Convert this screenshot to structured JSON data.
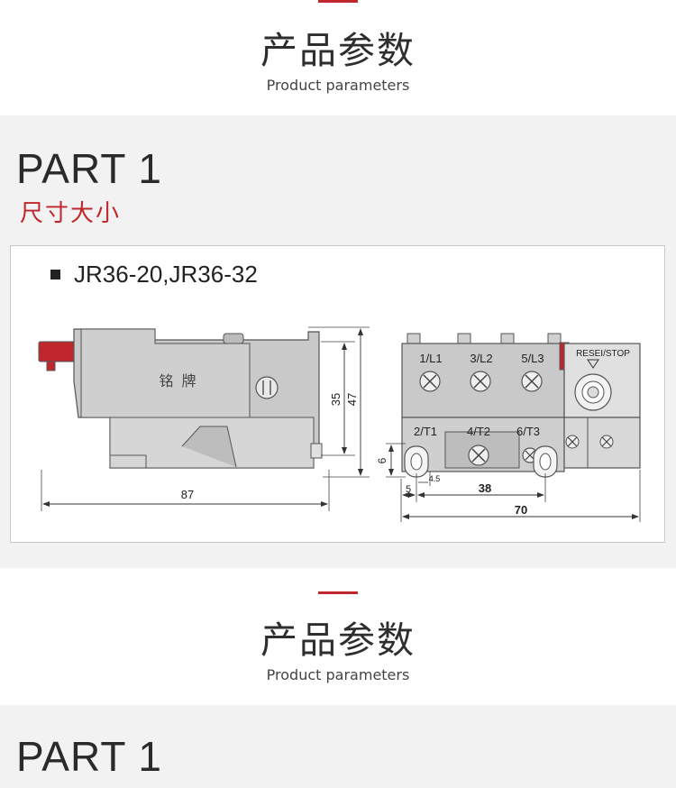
{
  "colors": {
    "accent": "#c0272d",
    "panel_bg": "#f2f2f2",
    "drawing_gray": "#c9c9c9"
  },
  "header_top": {
    "title_cn": "产品参数",
    "title_en": "Product parameters"
  },
  "part_one": {
    "title": "PART 1",
    "subtitle": "尺寸大小"
  },
  "diagram": {
    "model": "JR36-20,JR36-32",
    "nameplate_label": "铭  牌",
    "reset_label": "RESEI/STOP",
    "terminals_top": [
      "1/L1",
      "3/L2",
      "5/L3"
    ],
    "terminals_bottom": [
      "2/T1",
      "4/T2",
      "6/T3"
    ],
    "dimensions": {
      "side_length": "87",
      "side_height_inner": "35",
      "side_height_outer": "47",
      "front_left_height": "6",
      "front_small_a": "5",
      "front_small_b": "4.5",
      "front_pitch": "38",
      "front_width": "70"
    }
  },
  "header_bottom": {
    "title_cn": "产品参数",
    "title_en": "Product parameters"
  },
  "part_two": {
    "title": "PART 1"
  }
}
